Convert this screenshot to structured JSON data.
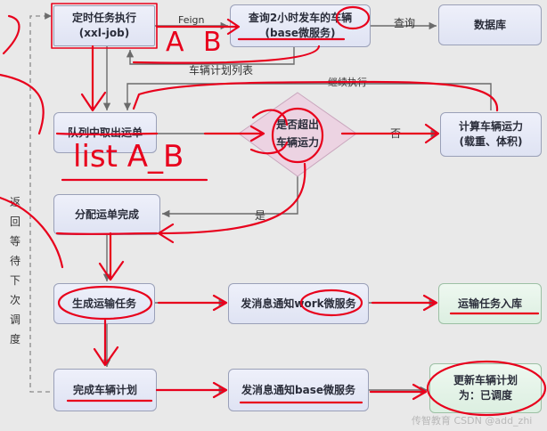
{
  "nodes": {
    "schedule_line1": "定时任务执行",
    "schedule_line2": "(xxl-job)",
    "query_line1": "查询2小时发车的车辆",
    "query_line2": "(base微服务)",
    "database": "数据库",
    "dequeue": "队列中取出运单",
    "overload_line1": "是否超出",
    "overload_line2": "车辆运力",
    "calc_line1": "计算车辆运力",
    "calc_line2": "(载重、体积)",
    "assign": "分配运单完成",
    "generate_task": "生成运输任务",
    "notify_work": "发消息通知work微服务",
    "task_store": "运输任务入库",
    "complete_plan": "完成车辆计划",
    "notify_base": "发消息通知base微服务",
    "update_line1": "更新车辆计划",
    "update_line2": "为：已调度"
  },
  "edge_labels": {
    "feign": "Feign",
    "query": "查询",
    "plan_list": "车辆计划列表",
    "continue": "继续执行",
    "no": "否",
    "yes": "是"
  },
  "side_label": [
    "返回",
    "等待",
    "下次",
    "调度"
  ],
  "handwriting": {
    "ab_top": "A B",
    "list_ab": "list A_B"
  },
  "watermark": "传智教育 CSDN @add_zhi",
  "colors": {
    "annotation": "#e8001c",
    "box_border": "#9aa0b8",
    "decision_fill": "#ecd3e2"
  }
}
